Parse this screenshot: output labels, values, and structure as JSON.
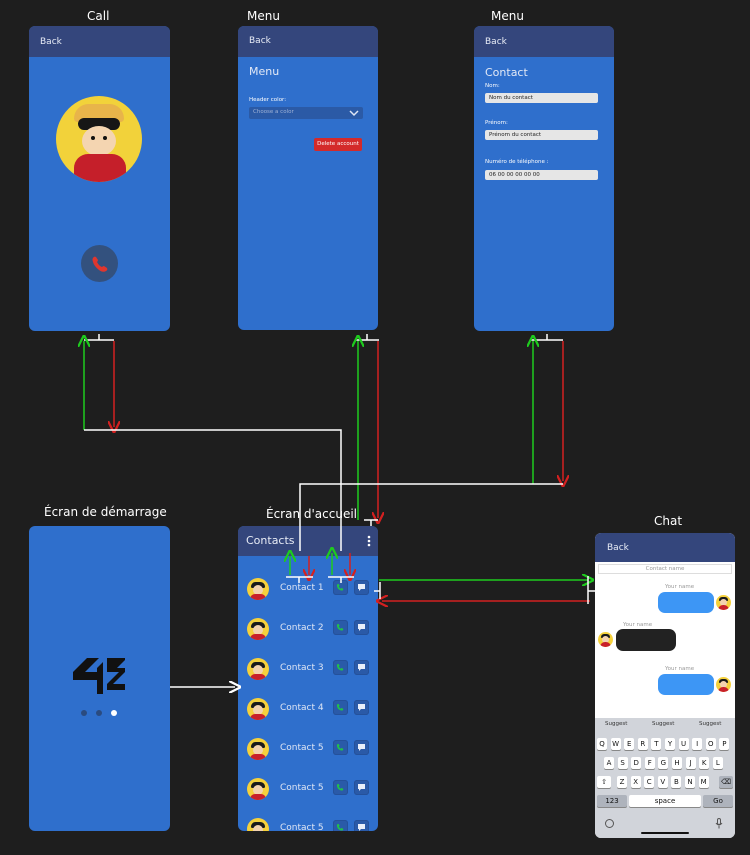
{
  "titles": {
    "call": "Call",
    "menu1": "Menu",
    "menu2": "Menu",
    "startup": "Écran de démarrage",
    "home": "Écran d'accueil",
    "chat": "Chat"
  },
  "common": {
    "back": "Back"
  },
  "call_screen": {},
  "menu_screen": {
    "title": "Menu",
    "header_color_label": "Header color:",
    "select_placeholder": "Choose a color",
    "delete_button": "Delete account"
  },
  "contact_screen": {
    "title": "Contact",
    "fields": [
      {
        "label": "Nom:",
        "value": "Nom du contact"
      },
      {
        "label": "Prénom:",
        "value": "Prénom du contact"
      },
      {
        "label": "Numéro de téléphone :",
        "value": "06 00 00 00 00 00"
      }
    ]
  },
  "startup_screen": {
    "logo": "42"
  },
  "home_screen": {
    "title": "Contacts",
    "menu_icon": "kebab-icon",
    "contacts": [
      "Contact 1",
      "Contact 2",
      "Contact 3",
      "Contact 4",
      "Contact 5",
      "Contact 5",
      "Contact 5"
    ]
  },
  "chat_screen": {
    "contact_name_placeholder": "Contact name",
    "messages": [
      {
        "sender": "Your name",
        "side": "right",
        "color": "#3d96f5"
      },
      {
        "sender": "Your name",
        "side": "left",
        "color": "#222222"
      },
      {
        "sender": "Your name",
        "side": "right",
        "color": "#3d96f5"
      }
    ],
    "keyboard": {
      "suggestions": [
        "Suggest",
        "Suggest",
        "Suggest"
      ],
      "row1": [
        "Q",
        "W",
        "E",
        "R",
        "T",
        "Y",
        "U",
        "I",
        "O",
        "P"
      ],
      "row2": [
        "A",
        "S",
        "D",
        "F",
        "G",
        "H",
        "J",
        "K",
        "L"
      ],
      "row3": [
        "Z",
        "X",
        "C",
        "V",
        "B",
        "N",
        "M"
      ],
      "numbers_key": "123",
      "space_key": "space",
      "go_key": "Go"
    }
  },
  "colors": {
    "screen_bg": "#2f6fcc",
    "header_bg": "#34467c",
    "arrow_forward": "#1ecb1e",
    "arrow_back": "#d42020",
    "connector": "#ffffff",
    "delete_button": "#d42a2a"
  }
}
